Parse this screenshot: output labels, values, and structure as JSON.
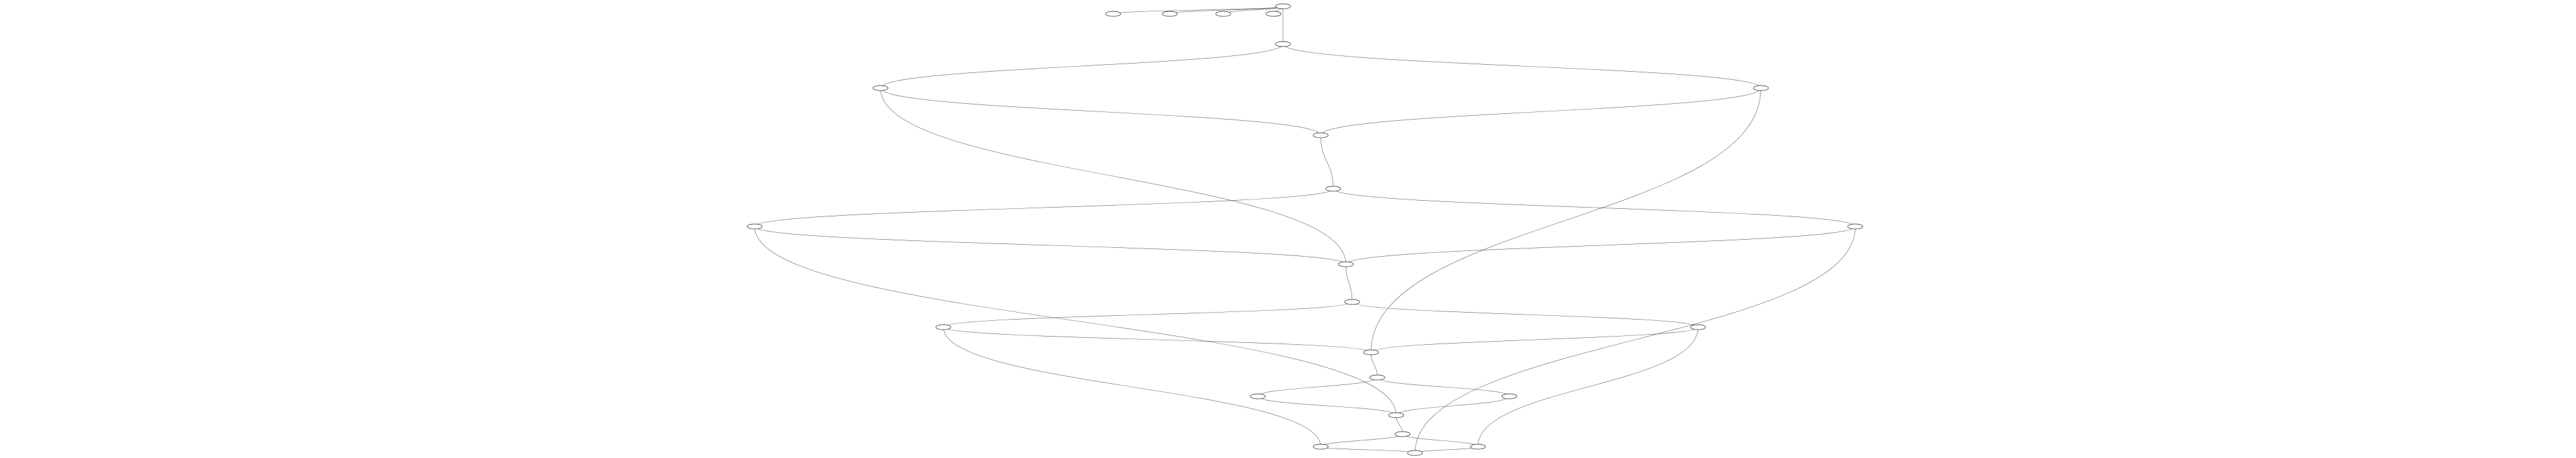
{
  "diagram": {
    "type": "directed-graph",
    "layout": "layered-top-down",
    "background": "#ffffff",
    "stroke_color": "#222222",
    "node_shape": "ellipse",
    "nodes": [
      {
        "id": "n0",
        "label": "-"
      },
      {
        "id": "n1",
        "label": ""
      },
      {
        "id": "n2",
        "label": ""
      },
      {
        "id": "n3",
        "label": ""
      },
      {
        "id": "n4",
        "label": ""
      },
      {
        "id": "n5",
        "label": ""
      },
      {
        "id": "n6",
        "label": ""
      },
      {
        "id": "n7",
        "label": ""
      },
      {
        "id": "n8",
        "label": ""
      },
      {
        "id": "n9",
        "label": ""
      },
      {
        "id": "n10",
        "label": ""
      },
      {
        "id": "n11",
        "label": ""
      },
      {
        "id": "n12",
        "label": ""
      },
      {
        "id": "n13",
        "label": ""
      },
      {
        "id": "n14",
        "label": ""
      },
      {
        "id": "n15",
        "label": ""
      },
      {
        "id": "n16",
        "label": ""
      },
      {
        "id": "n17",
        "label": ""
      },
      {
        "id": "n18",
        "label": ""
      },
      {
        "id": "n19",
        "label": ""
      },
      {
        "id": "n20",
        "label": ""
      },
      {
        "id": "n21",
        "label": ""
      },
      {
        "id": "n22",
        "label": ""
      },
      {
        "id": "n23",
        "label": ""
      },
      {
        "id": "n24",
        "label": ""
      }
    ],
    "edges": [
      [
        "n0",
        "n1"
      ],
      [
        "n0",
        "n2"
      ],
      [
        "n0",
        "n3"
      ],
      [
        "n0",
        "n4"
      ],
      [
        "n0",
        "n5"
      ],
      [
        "n5",
        "n6"
      ],
      [
        "n5",
        "n7"
      ],
      [
        "n6",
        "n8"
      ],
      [
        "n7",
        "n8"
      ],
      [
        "n8",
        "n9"
      ],
      [
        "n9",
        "n10"
      ],
      [
        "n9",
        "n11"
      ],
      [
        "n10",
        "n12"
      ],
      [
        "n11",
        "n12"
      ],
      [
        "n12",
        "n13"
      ],
      [
        "n13",
        "n14"
      ],
      [
        "n13",
        "n15"
      ],
      [
        "n14",
        "n16"
      ],
      [
        "n15",
        "n16"
      ],
      [
        "n16",
        "n17"
      ],
      [
        "n17",
        "n18"
      ],
      [
        "n17",
        "n19"
      ],
      [
        "n18",
        "n20"
      ],
      [
        "n19",
        "n20"
      ],
      [
        "n20",
        "n21"
      ],
      [
        "n21",
        "n22"
      ],
      [
        "n21",
        "n23"
      ],
      [
        "n22",
        "n24"
      ],
      [
        "n23",
        "n24"
      ],
      [
        "n6",
        "n12"
      ],
      [
        "n7",
        "n16"
      ],
      [
        "n10",
        "n20"
      ],
      [
        "n11",
        "n24"
      ],
      [
        "n14",
        "n22"
      ],
      [
        "n15",
        "n23"
      ]
    ]
  }
}
